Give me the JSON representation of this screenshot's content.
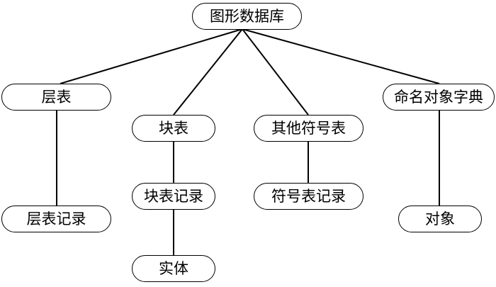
{
  "nodes": {
    "root": "图形数据库",
    "layer_table": "层表",
    "block_table": "块表",
    "other_symbol_table": "其他符号表",
    "named_object_dictionary": "命名对象字典",
    "layer_table_record": "层表记录",
    "block_table_record": "块表记录",
    "symbol_table_record": "符号表记录",
    "object": "对象",
    "entity": "实体"
  }
}
